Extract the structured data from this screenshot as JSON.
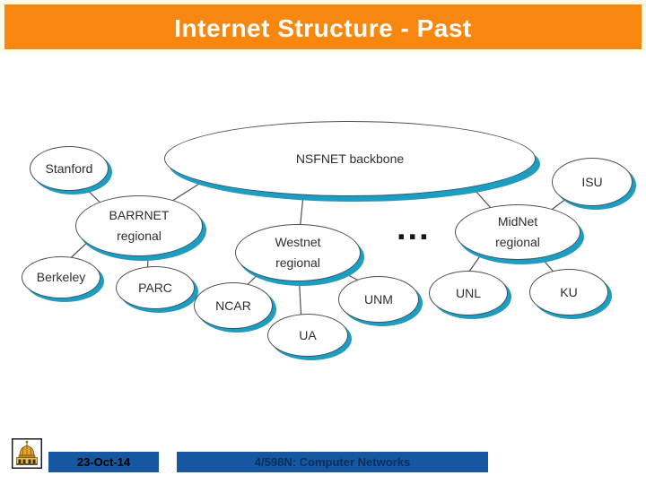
{
  "title": "Internet Structure - Past",
  "diagram": {
    "nodes": {
      "backbone": {
        "label": "NSFNET backbone"
      },
      "stanford": {
        "label": "Stanford"
      },
      "barrnet": {
        "label": "BARRNET",
        "sublabel": "regional"
      },
      "berkeley": {
        "label": "Berkeley"
      },
      "parc": {
        "label": "PARC"
      },
      "ncar": {
        "label": "NCAR"
      },
      "westnet": {
        "label": "Westnet",
        "sublabel": "regional"
      },
      "ua": {
        "label": "UA"
      },
      "unm": {
        "label": "UNM"
      },
      "midnet": {
        "label": "MidNet",
        "sublabel": "regional"
      },
      "unl": {
        "label": "UNL"
      },
      "ku": {
        "label": "KU"
      },
      "isu": {
        "label": "ISU"
      }
    },
    "ellipsis": "...",
    "colors": {
      "node_fill": "#ffffff",
      "node_border": "#4f4f4f",
      "node_shadow_teal": "#1b9ec3",
      "connector": "#4f4f4f"
    }
  },
  "footer": {
    "date": "23-Oct-14",
    "course": "4/598N: Computer Networks"
  },
  "colors": {
    "header_orange": "#f7870e",
    "header_mat": "#fffbe8",
    "footer_bar_blue": "#1557a0",
    "title_text": "#ffffff"
  }
}
